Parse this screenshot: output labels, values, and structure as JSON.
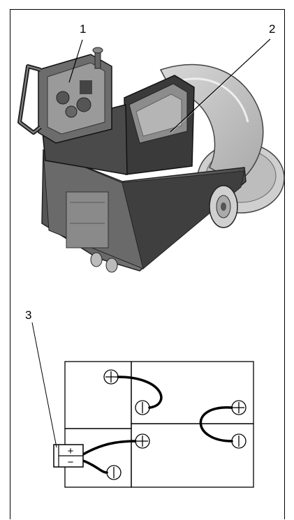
{
  "figure": {
    "callouts": [
      "1",
      "2",
      "3"
    ],
    "battery_terminals": {
      "positive": "+",
      "negative": "−"
    }
  }
}
